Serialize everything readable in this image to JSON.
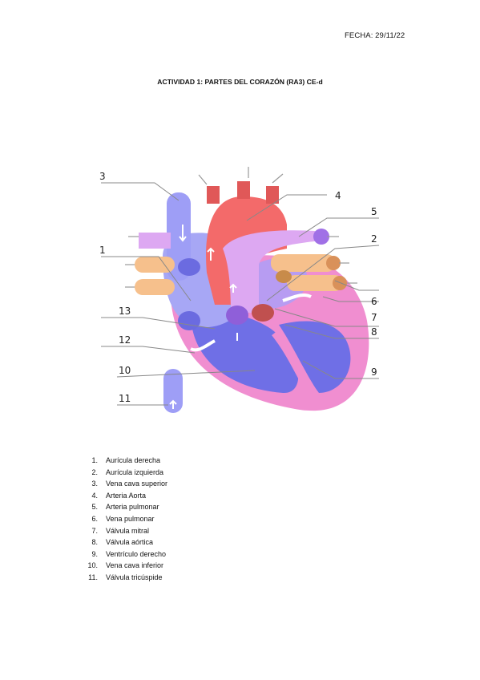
{
  "header": {
    "date": "FECHA: 29/11/22"
  },
  "document": {
    "title": "ACTIVIDAD 1: PARTES DEL CORAZÓN (RA3) CE-d"
  },
  "diagram": {
    "callouts": [
      "1",
      "2",
      "3",
      "4",
      "5",
      "6",
      "7",
      "8",
      "9",
      "10",
      "11",
      "12",
      "13"
    ]
  },
  "legend": {
    "items": [
      {
        "num": "1.",
        "text": "Aurícula derecha"
      },
      {
        "num": "2.",
        "text": "Aurícula izquierda"
      },
      {
        "num": "3.",
        "text": "Vena cava superior"
      },
      {
        "num": "4.",
        "text": "Arteria Aorta"
      },
      {
        "num": "5.",
        "text": "Arteria pulmonar"
      },
      {
        "num": "6.",
        "text": "Vena pulmonar"
      },
      {
        "num": "7.",
        "text": "Válvula mitral"
      },
      {
        "num": "8.",
        "text": "Válvula aórtica"
      },
      {
        "num": "9.",
        "text": "Ventrículo derecho"
      },
      {
        "num": "10.",
        "text": "Vena cava inferior"
      },
      {
        "num": "11.",
        "text": "Válvula tricúspide"
      }
    ]
  },
  "colors": {
    "vena_cava": "#9e9ef6",
    "aorta": "#f36a6a",
    "pulmonary_artery": "#dda8f2",
    "pulmonary_vein": "#f6c08c",
    "myocardium": "#f08ed0",
    "right_ventricle": "#6f6fe6",
    "left_atrium": "#b79cf2",
    "valve": "#8f5fd9"
  }
}
